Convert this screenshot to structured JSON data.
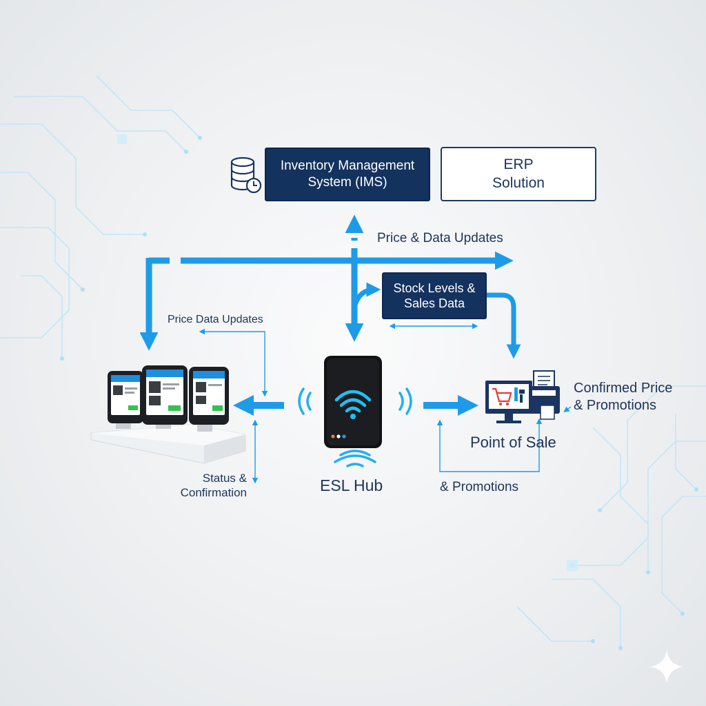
{
  "nodes": {
    "ims": "Inventory Management\nSystem (IMS)",
    "erp": "ERP\nSolution",
    "stock_sales": "Stock Levels &\nSales Data",
    "esl_hub": "ESL Hub",
    "pos": "Point of Sale"
  },
  "edge_labels": {
    "price_data_updates_top": "Price & Data Updates",
    "price_data_updates_left": "Price Data Updates",
    "status_confirmation": "Status &\nConfirmation",
    "confirmed_price_promotions": "Confirmed Price\n& Promotions",
    "promotions": "& Promotions"
  },
  "colors": {
    "accent": "#1e9be8",
    "navy": "#14325e",
    "text": "#1d3458"
  },
  "icons": [
    "database-clock-icon",
    "esl-tags-icon",
    "wifi-hub-icon",
    "pos-terminal-icon",
    "sparkle-icon"
  ]
}
